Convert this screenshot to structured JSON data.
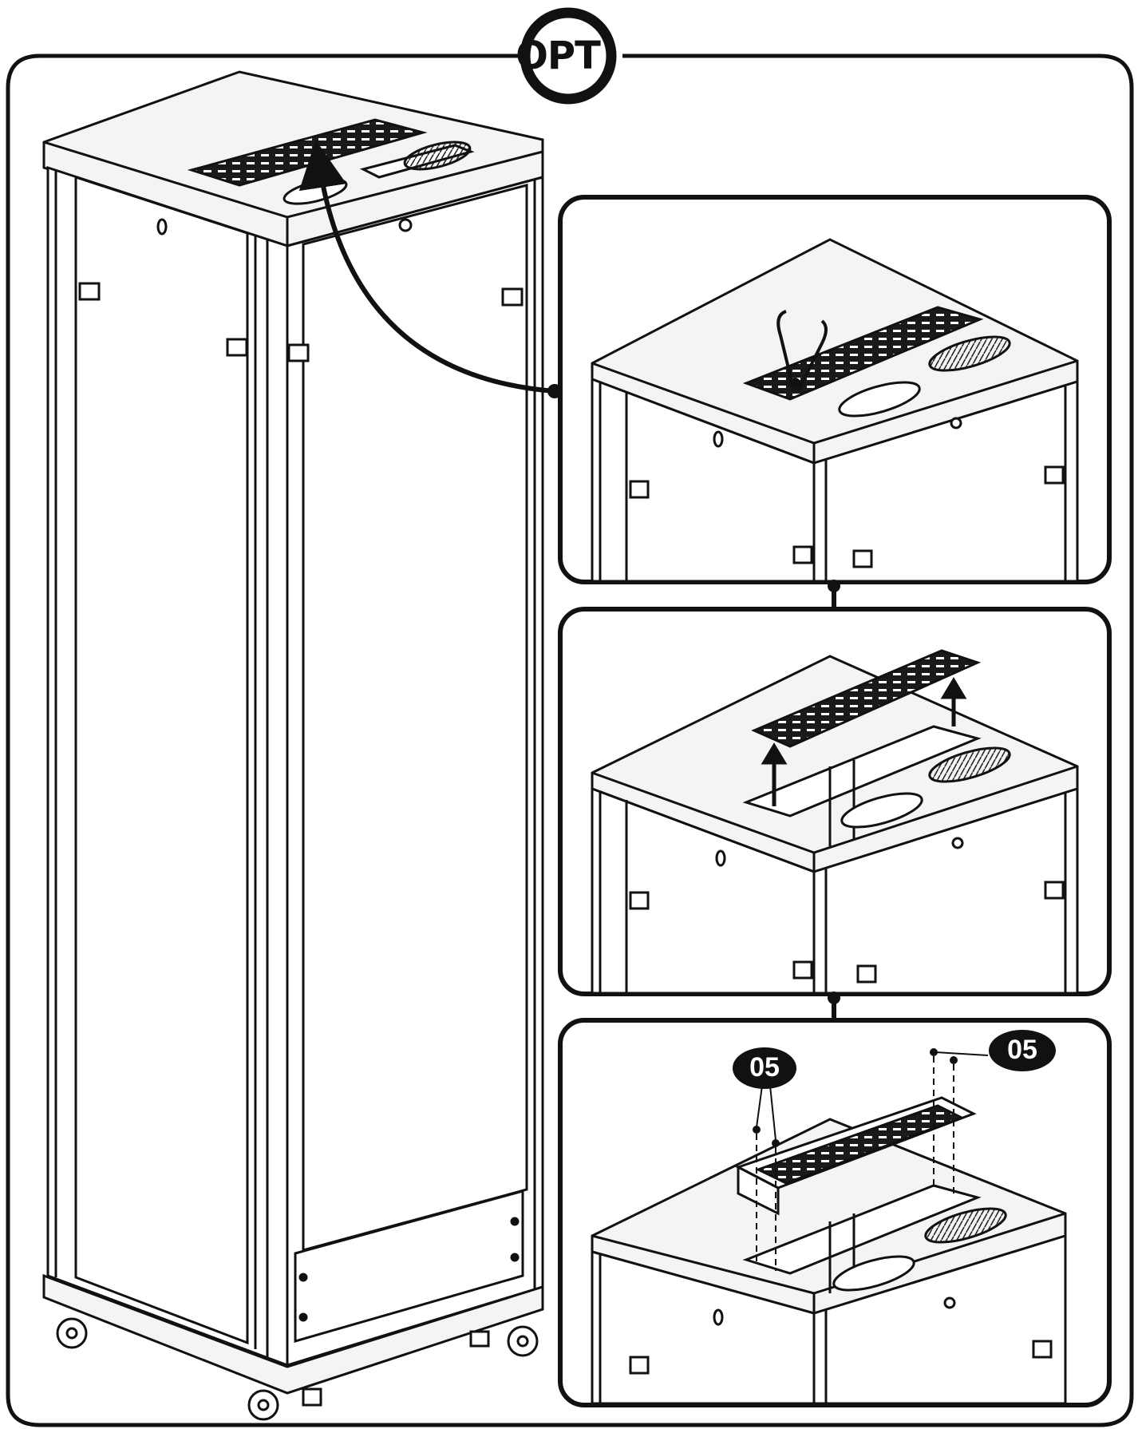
{
  "badge": {
    "label": "OPT"
  },
  "callouts": [
    {
      "id": "left",
      "label": "05"
    },
    {
      "id": "right",
      "label": "05"
    }
  ],
  "colors": {
    "ink": "#111111",
    "paper": "#ffffff",
    "fill": "#f4f4f4",
    "grille": "#1a1a1a"
  },
  "icons": [
    "pliers-icon",
    "screw-icon",
    "vent-grille-icon",
    "cable-entry-brush-icon"
  ]
}
